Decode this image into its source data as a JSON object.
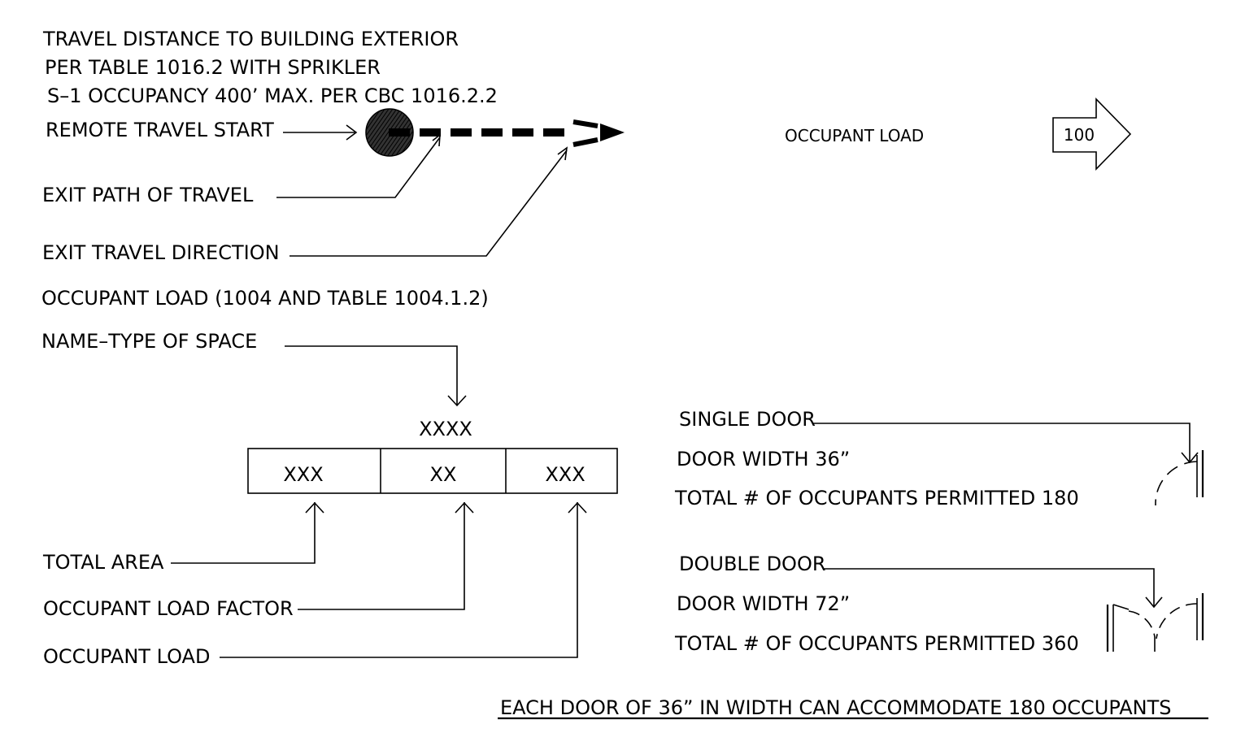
{
  "header": {
    "line1": "TRAVEL DISTANCE TO BUILDING EXTERIOR",
    "line2": "PER TABLE 1016.2 WITH SPRIKLER",
    "line3": "S–1 OCCUPANCY 400’ MAX. PER CBC 1016.2.2"
  },
  "travel": {
    "remote_start": "REMOTE TRAVEL START",
    "exit_path": "EXIT PATH OF TRAVEL",
    "exit_direction": "EXIT TRAVEL DIRECTION"
  },
  "occupant_indicator": {
    "label": "OCCUPANT LOAD",
    "value": "100"
  },
  "occupant_load_section": {
    "title": "OCCUPANT LOAD (1004 AND TABLE 1004.1.2)",
    "name_type": "NAME–TYPE OF SPACE",
    "space_name": "XXXX",
    "cells": [
      "XXX",
      "XX",
      "XXX"
    ],
    "total_area": "TOTAL AREA",
    "load_factor": "OCCUPANT LOAD FACTOR",
    "occupant_load": "OCCUPANT LOAD"
  },
  "single_door": {
    "label": "SINGLE DOOR",
    "width": "DOOR WIDTH 36”",
    "total": "TOTAL # OF OCCUPANTS PERMITTED 180"
  },
  "double_door": {
    "label": "DOUBLE DOOR",
    "width": "DOOR WIDTH 72”",
    "total": "TOTAL # OF OCCUPANTS PERMITTED 360"
  },
  "footer_note": "EACH DOOR OF 36” IN WIDTH CAN ACCOMMODATE 180 OCCUPANTS"
}
